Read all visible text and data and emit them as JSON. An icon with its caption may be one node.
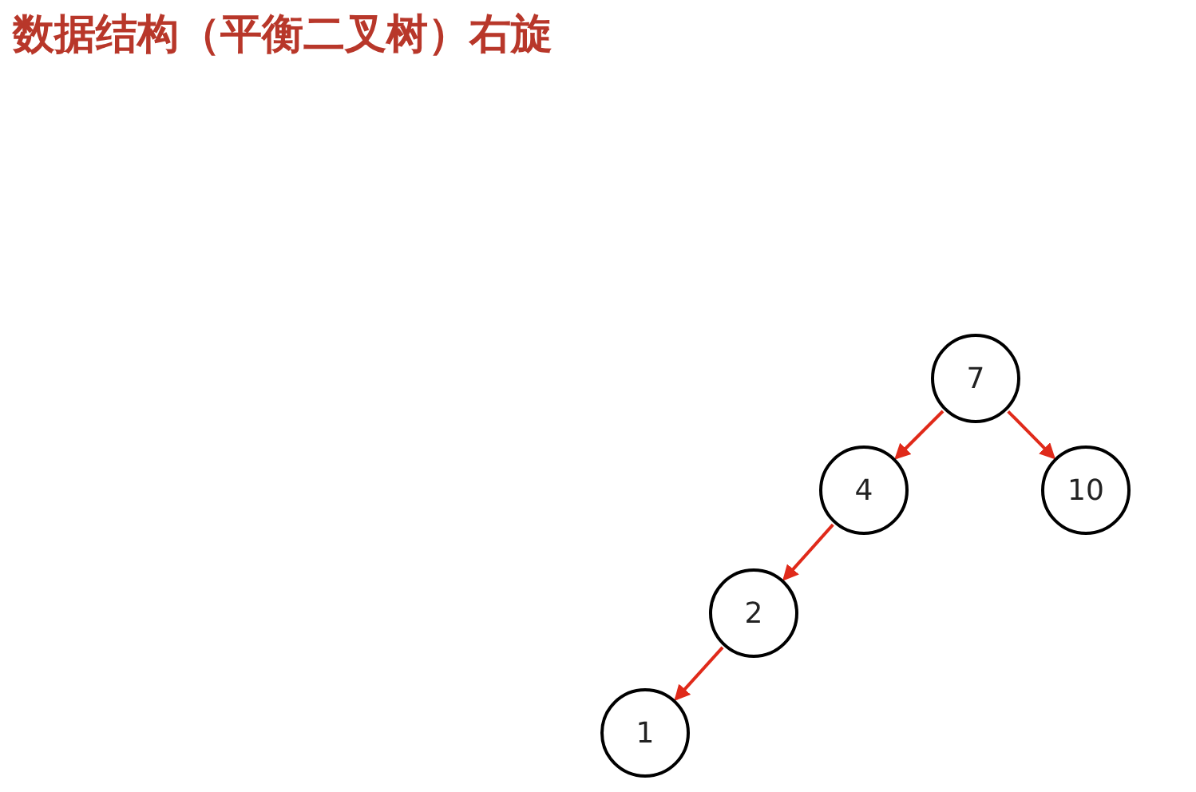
{
  "diagram": {
    "title": "数据结构（平衡二叉树）右旋",
    "nodes": [
      {
        "text": [
          "7"
        ]
      },
      {
        "text": [
          "4"
        ]
      },
      {
        "text": [
          "10"
        ]
      },
      {
        "text": [
          "2"
        ]
      },
      {
        "text": [
          "1"
        ]
      }
    ],
    "edges": [
      {
        "from": 0,
        "to": 1,
        "arrow": "to"
      },
      {
        "from": 0,
        "to": 2,
        "arrow": "to"
      },
      {
        "from": 1,
        "to": 3,
        "arrow": "to"
      },
      {
        "from": 3,
        "to": 4,
        "arrow": "to"
      }
    ]
  }
}
